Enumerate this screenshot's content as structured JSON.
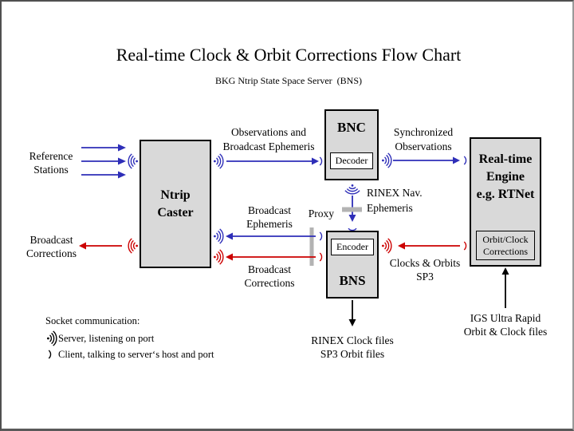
{
  "title": "Real-time Clock & Orbit Corrections Flow Chart",
  "subtitle": "BKG Ntrip State Space Server  (BNS)",
  "colors": {
    "blue": "#2e2eb8",
    "red": "#cc0000",
    "box_fill": "#d9d9d9",
    "proxy_bar": "#b3b3b3"
  },
  "boxes": {
    "ntrip_caster": {
      "line1": "Ntrip",
      "line2": "Caster"
    },
    "bnc": {
      "title": "BNC",
      "sub": "Decoder"
    },
    "bns": {
      "title": "BNS",
      "sub": "Encoder"
    },
    "engine": {
      "line1": "Real-time",
      "line2": "Engine",
      "line3": "e.g. RTNet",
      "sub_line1": "Orbit/Clock",
      "sub_line2": "Corrections"
    }
  },
  "labels": {
    "reference_stations": {
      "line1": "Reference",
      "line2": "Stations"
    },
    "broadcast_corrections_left": {
      "line1": "Broadcast",
      "line2": "Corrections"
    },
    "observations": {
      "line1": "Observations and",
      "line2": "Broadcast Ephemeris"
    },
    "synchronized": {
      "line1": "Synchronized",
      "line2": "Observations"
    },
    "rinex_nav": {
      "line1": "RINEX Nav.",
      "line2": "Ephemeris"
    },
    "broadcast_ephemeris": {
      "line1": "Broadcast",
      "line2": "Ephemeris"
    },
    "proxy": "Proxy",
    "broadcast_corrections_mid": {
      "line1": "Broadcast",
      "line2": "Corrections"
    },
    "clocks_orbits": {
      "line1": "Clocks & Orbits",
      "line2": "SP3"
    },
    "rinex_files": {
      "line1": "RINEX Clock files",
      "line2": "SP3 Orbit files"
    },
    "igs": {
      "line1": "IGS Ultra Rapid",
      "line2": "Orbit & Clock files"
    }
  },
  "legend": {
    "title": "Socket communication:",
    "server": "Server, listening on port",
    "client": "Client, talking to server‘s host and port"
  }
}
